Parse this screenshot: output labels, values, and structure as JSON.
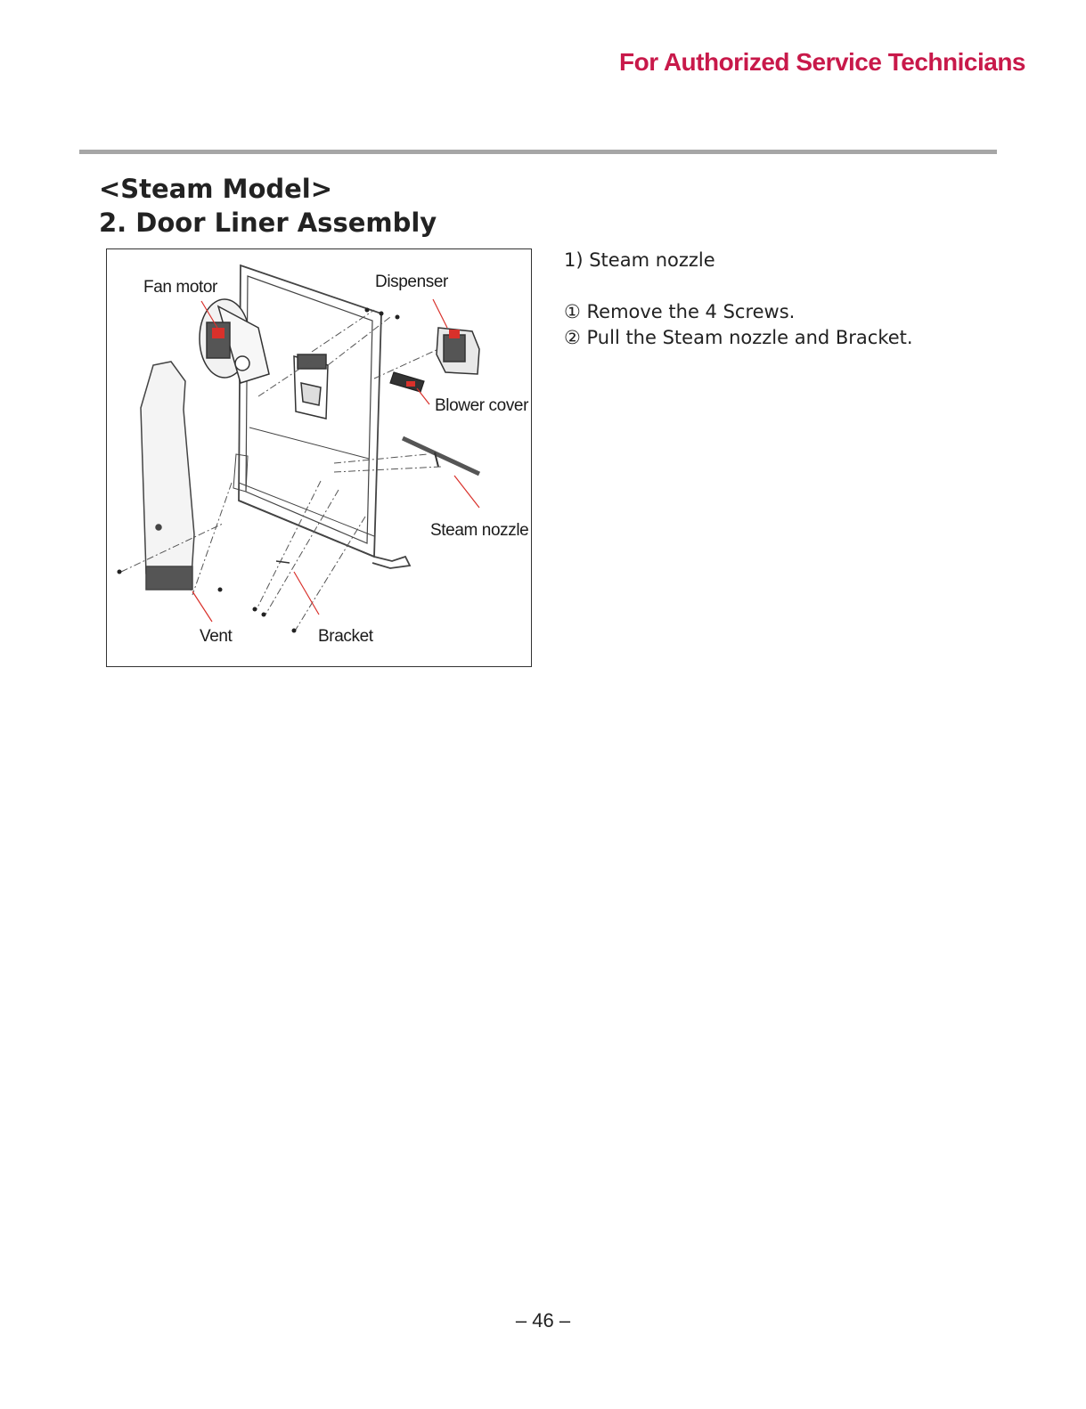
{
  "header": {
    "note": "For Authorized Service Technicians",
    "accent_color": "#c8194a",
    "rule_color": "#a6a6a6"
  },
  "titles": {
    "model": "<Steam Model>",
    "section": "2. Door Liner Assembly"
  },
  "figure": {
    "labels": {
      "fan_motor": "Fan motor",
      "dispenser": "Dispenser",
      "blower_cover": "Blower cover",
      "steam_nozzle": "Steam nozzle",
      "vent": "Vent",
      "bracket": "Bracket"
    },
    "leader_color": "#d9312b"
  },
  "instructions": {
    "heading": "1) Steam nozzle",
    "steps": [
      "① Remove the 4 Screws.",
      "② Pull the Steam nozzle and Bracket."
    ]
  },
  "footer": {
    "page_number": "– 46 –"
  }
}
